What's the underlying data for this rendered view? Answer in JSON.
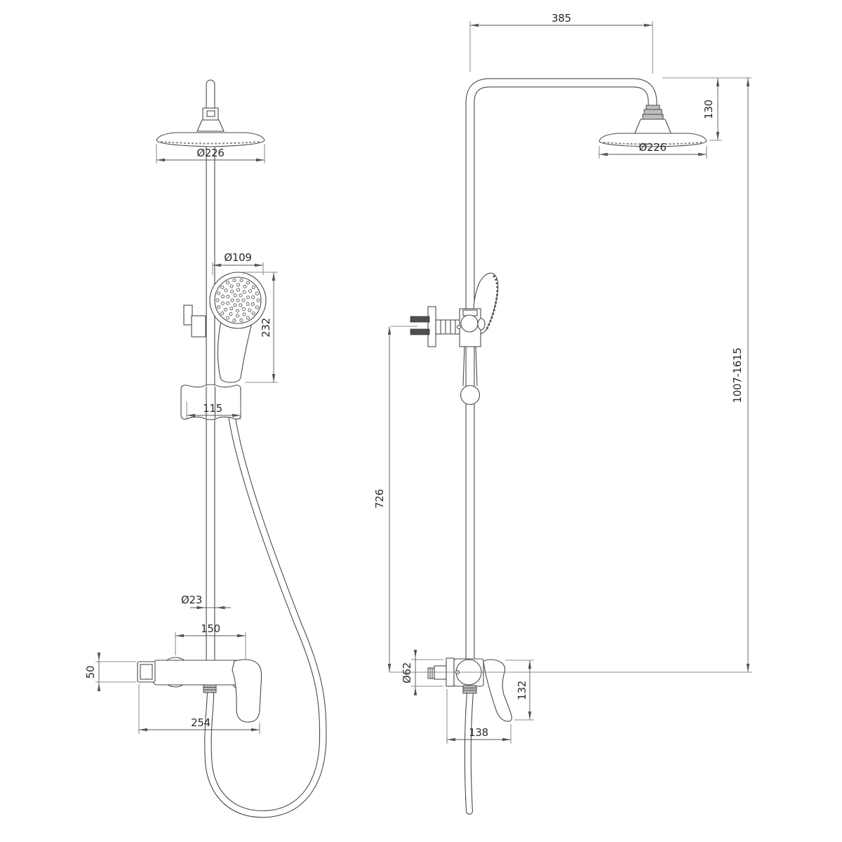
{
  "style": {
    "background": "#ffffff",
    "line_color": "#4a4a4a",
    "dimension_text_color": "#2a2a2a"
  },
  "views": {
    "front": {
      "dimensions": {
        "head_diameter": "Ø226",
        "hand_shower_diameter": "Ø109",
        "hand_shower_length": "232",
        "slider_bracket_width": "115",
        "pipe_diameter": "Ø23",
        "mixer_port_spacing": "150",
        "mixer_body_height": "50",
        "mixer_width": "254"
      }
    },
    "side": {
      "dimensions": {
        "arm_reach": "385",
        "head_drop": "130",
        "head_diameter": "Ø226",
        "column_height_range": "1007-1615",
        "supply_to_mixer_height": "726",
        "mixer_connection_diameter": "Ø62",
        "handle_drop": "132",
        "mixer_depth": "138"
      }
    }
  }
}
